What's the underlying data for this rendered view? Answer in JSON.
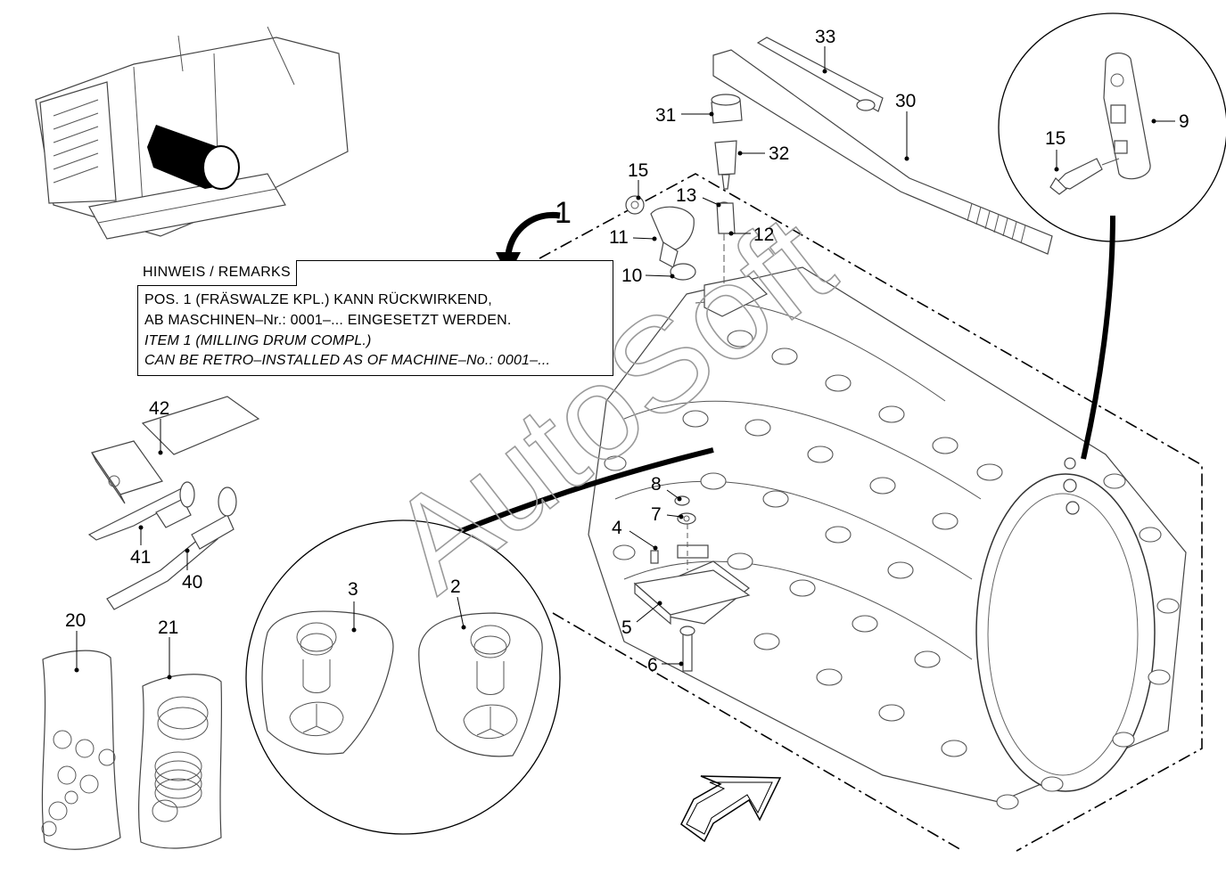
{
  "remark": {
    "heading": "HINWEIS / REMARKS",
    "lines": [
      "POS. 1 (FRÄSWALZE  KPL.) KANN RÜCKWIRKEND,",
      "AB MASCHINEN–Nr.: 0001–... EINGESETZT WERDEN.",
      "ITEM 1 (MILLING DRUM COMPL.)",
      "CAN BE RETRO–INSTALLED  AS OF MACHINE–No.: 0001–..."
    ]
  },
  "main_item_label": "1",
  "watermark": "AutoSoft",
  "part_labels": {
    "p2": "2",
    "p3": "3",
    "p4": "4",
    "p5": "5",
    "p6": "6",
    "p7": "7",
    "p8": "8",
    "p9": "9",
    "p10": "10",
    "p11": "11",
    "p12": "12",
    "p13": "13",
    "p15_top": "15",
    "p15_detail": "15",
    "p20": "20",
    "p21": "21",
    "p30": "30",
    "p31": "31",
    "p32": "32",
    "p33": "33",
    "p40": "40",
    "p41": "41",
    "p42": "42"
  }
}
